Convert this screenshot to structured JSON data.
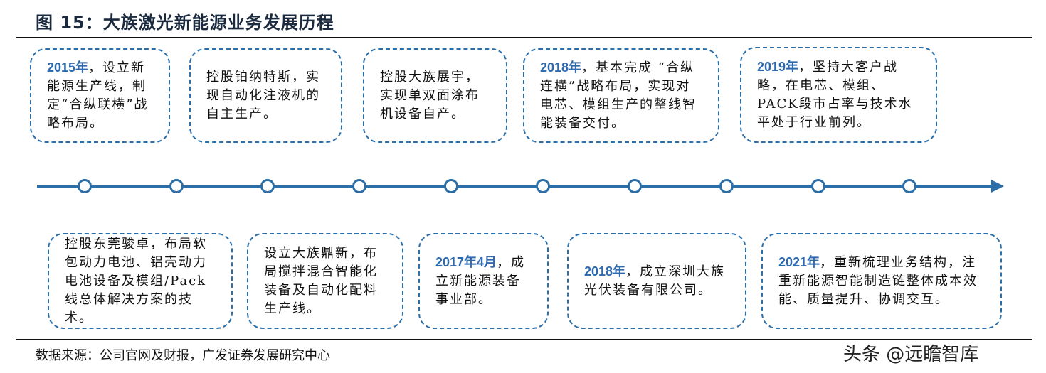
{
  "title": "图 15：大族激光新能源业务发展历程",
  "top_events": [
    {
      "year": "2015年",
      "text": "，设立新能源生产线，制定“合纵联横”战略布局。"
    },
    {
      "year": "",
      "text": "控股铂纳特斯，实现自动化注液机的自主生产。"
    },
    {
      "year": "",
      "text": "控股大族展宇，实现单双面涂布机设备自产。"
    },
    {
      "year": "2018年",
      "text": "，基本完成 “合纵连横”战略布局，实现对电芯、模组生产的整线智能装备交付。"
    },
    {
      "year": "2019年",
      "text": "，坚持大客户战略，在电芯、模组、PACK段市占率与技术水平处于行业前列。"
    }
  ],
  "bottom_events": [
    {
      "year": "",
      "text": "控股东莞骏卓，布局软包动力电池、铝壳动力电池设备及模组/Pack线总体解决方案的技术。"
    },
    {
      "year": "",
      "text": "设立大族鼎新，布局搅拌混合智能化装备及自动化配料生产线。"
    },
    {
      "year": "2017年4月",
      "text": "，成立新能源装备事业部。"
    },
    {
      "year": "2018年",
      "text": "，成立深圳大族光伏装备有限公司。"
    },
    {
      "year": "2021年",
      "text": "，重新梳理业务结构，注重新能源智能制造链整体成本效能、质量提升、协调交互。"
    }
  ],
  "source": "数据来源：公司官网及财报，广发证券发展研究中心",
  "watermark": "头条 @远瞻智库",
  "colors": {
    "accent": "#2c6fa8",
    "year": "#2e6ab0"
  }
}
